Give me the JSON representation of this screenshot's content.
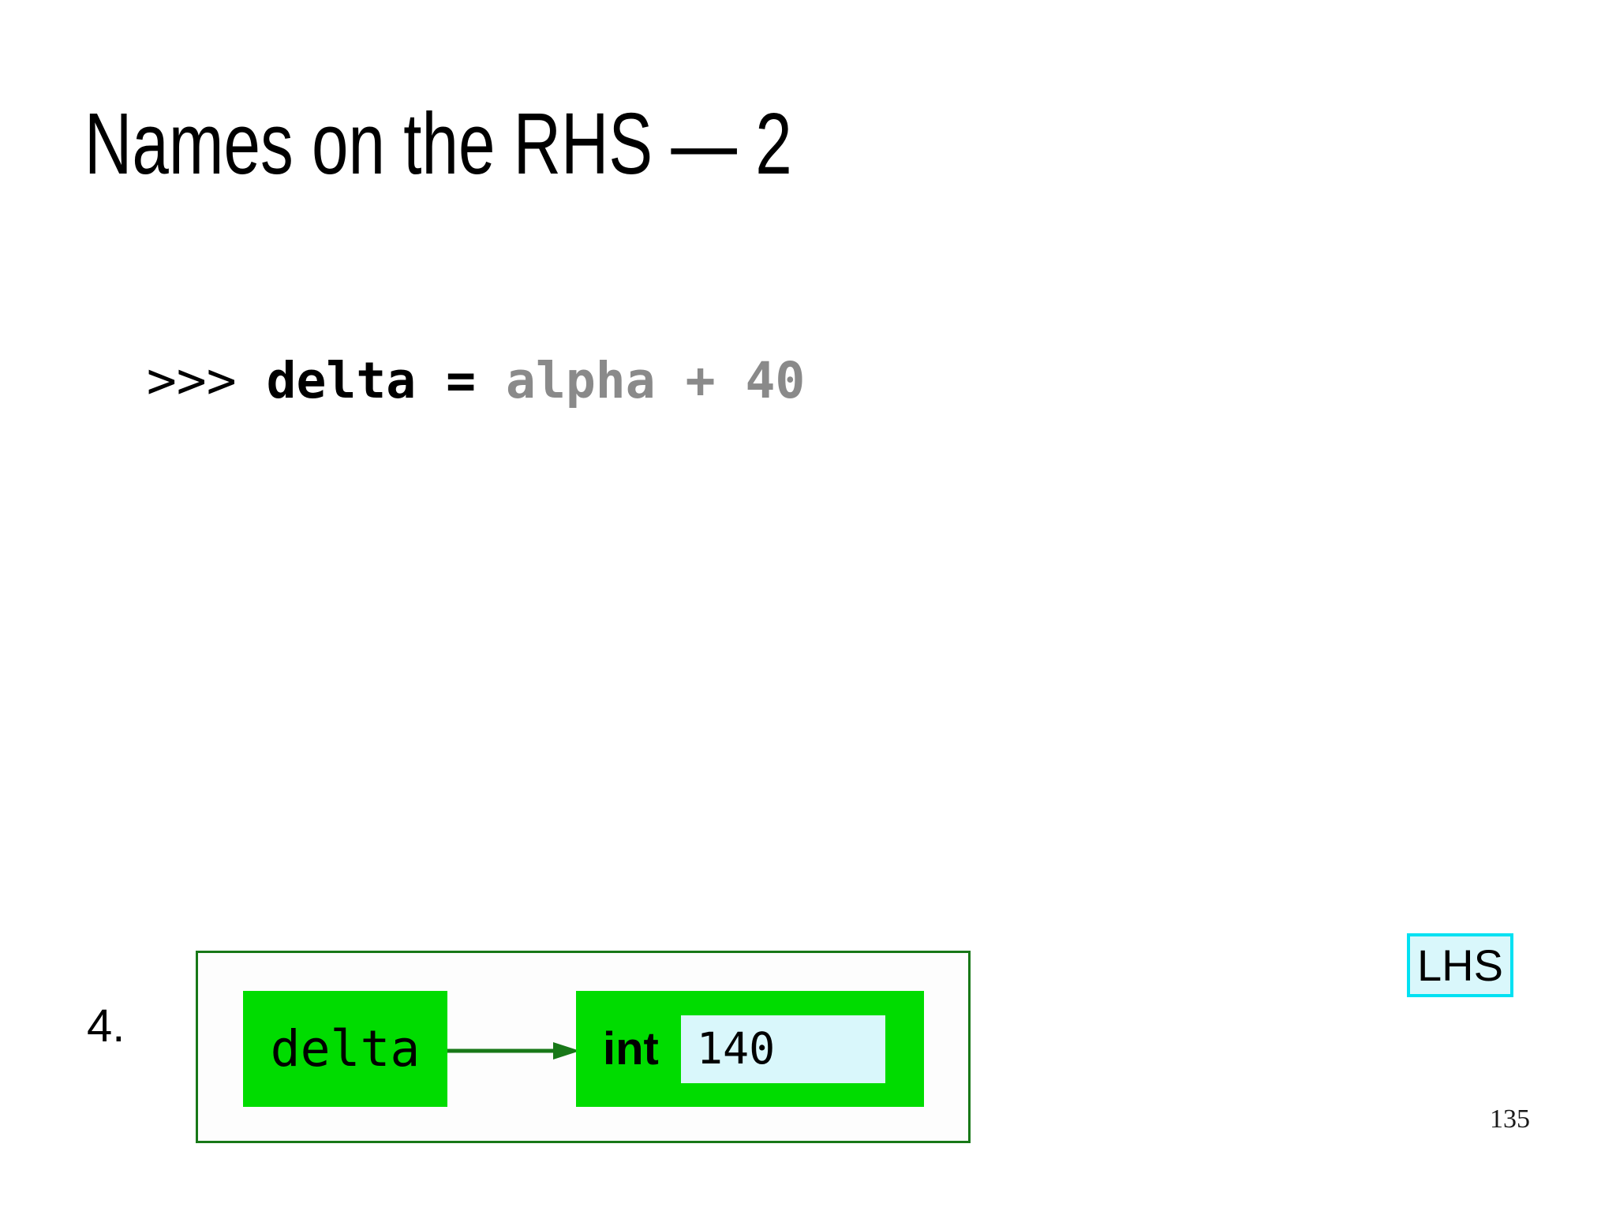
{
  "slide": {
    "title": "Names on the RHS — 2",
    "page_number": "135"
  },
  "code_line": {
    "prompt": ">>> ",
    "assignment": "delta = ",
    "expression": "alpha + 40"
  },
  "diagram": {
    "step_label": "4.",
    "variable_name": "delta",
    "type_label": "int",
    "value": "140"
  },
  "lhs_badge": {
    "label": "LHS"
  },
  "colors": {
    "box_green": "#00DC00",
    "dark_green": "#187818",
    "light_cyan_fill": "#D9F7FB",
    "cyan_border": "#00E1F2",
    "expression_gray": "#8A8A8A"
  }
}
